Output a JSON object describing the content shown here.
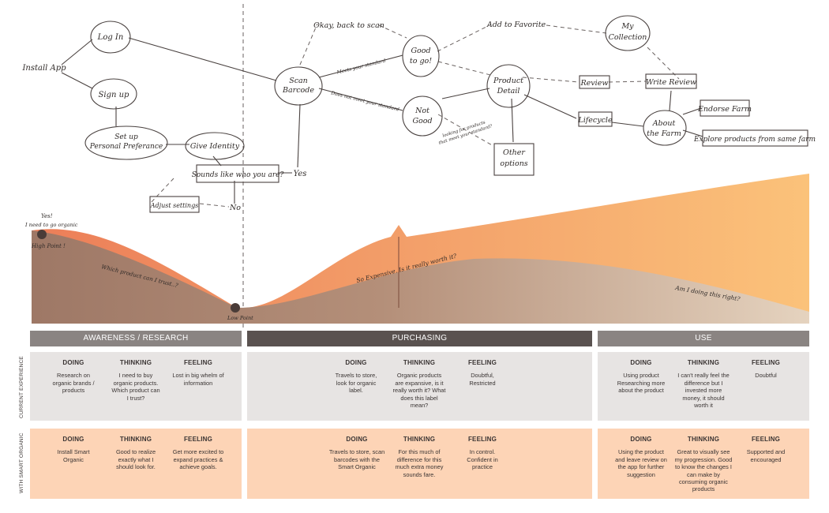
{
  "flow": {
    "install_app": "Install App",
    "log_in": "Log In",
    "sign_up": "Sign up",
    "set_up_1": "Set up",
    "set_up_2": "Personal Preferance",
    "give_identity": "Give Identity",
    "sounds_like": "Sounds like who you are?",
    "yes": "Yes",
    "no": "No",
    "adjust_settings": "Adjust settings",
    "scan_1": "Scan",
    "scan_2": "Barcode",
    "okay_back": "Okay, back to scan",
    "meets_standard": "Meets your standard",
    "not_meet_standard": "Does not meet your standard",
    "good_1": "Good",
    "good_2": "to go!",
    "not_good_1": "Not",
    "not_good_2": "Good",
    "looking_products_1": "looking for products",
    "looking_products_2": "that meet your standard?",
    "add_favorite": "Add to Favorite",
    "product_1": "Product",
    "product_2": "Detail",
    "other_1": "Other",
    "other_2": "options",
    "my_1": "My",
    "my_2": "Collection",
    "review": "Review",
    "write_review": "Write Review",
    "lifecycle": "Lifecycle",
    "about_1": "About",
    "about_2": "the Farm",
    "endorse_farm": "Endorse Farm",
    "explore_products": "Explore products from same farm"
  },
  "emotion": {
    "yes_need": "Yes!",
    "need_organic": "I need to go organic",
    "high_point": "High Point !",
    "which_product": "Which product can I trust..?",
    "low_point": "Low Point",
    "so_expensive": "So Expensive. Is it really worth it?",
    "am_i_right": "Am I doing this right?"
  },
  "colors": {
    "section_dark": "#5a5250",
    "section_light": "#8a8482",
    "current_bg": "#e7e4e3",
    "smart_bg": "#fdd4b6",
    "curve_peach": "#f9b16e",
    "curve_orange": "#ec7e58",
    "curve_brown": "#9e7866"
  },
  "sections": {
    "awareness": "AWARENESS / RESEARCH",
    "purchasing": "PURCHASING",
    "use": "USE"
  },
  "rows": {
    "current": "CURRENT EXPERIENCE",
    "smart": "WITH SMART ORGANIC"
  },
  "headers": {
    "doing": "DOING",
    "thinking": "THINKING",
    "feeling": "FEELING"
  },
  "current": {
    "awareness": {
      "doing": "Research on organic brands / products",
      "thinking": "I need to buy organic products. Which product can I trust?",
      "feeling": "Lost in big whelm of information"
    },
    "purchasing": {
      "doing": "Travels to store, look for organic label.",
      "thinking": "Organic products are expansive, is it really worth it? What does this label mean?",
      "feeling": "Doubtful, Restricted"
    },
    "use": {
      "doing": "Using product Researching more about the product",
      "thinking": "I can't really feel the difference but I invested more money, it should worth it",
      "feeling": "Doubtful"
    }
  },
  "smart": {
    "awareness": {
      "doing": "Install Smart Organic",
      "thinking": "Good to realize exactly what I should look for.",
      "feeling": "Get more excited to expand practices & achieve goals."
    },
    "purchasing": {
      "doing": "Travels to store, scan barcodes with the Smart Organic",
      "thinking": "For this much of difference for this much extra money sounds fare.",
      "feeling": "In control. Confident in practice"
    },
    "use": {
      "doing": "Using the product and leave review on the app for further suggestion",
      "thinking": "Great to visually see my progression. Good to know the changes I can make by consuming organic products",
      "feeling": "Supported and encouraged"
    }
  }
}
